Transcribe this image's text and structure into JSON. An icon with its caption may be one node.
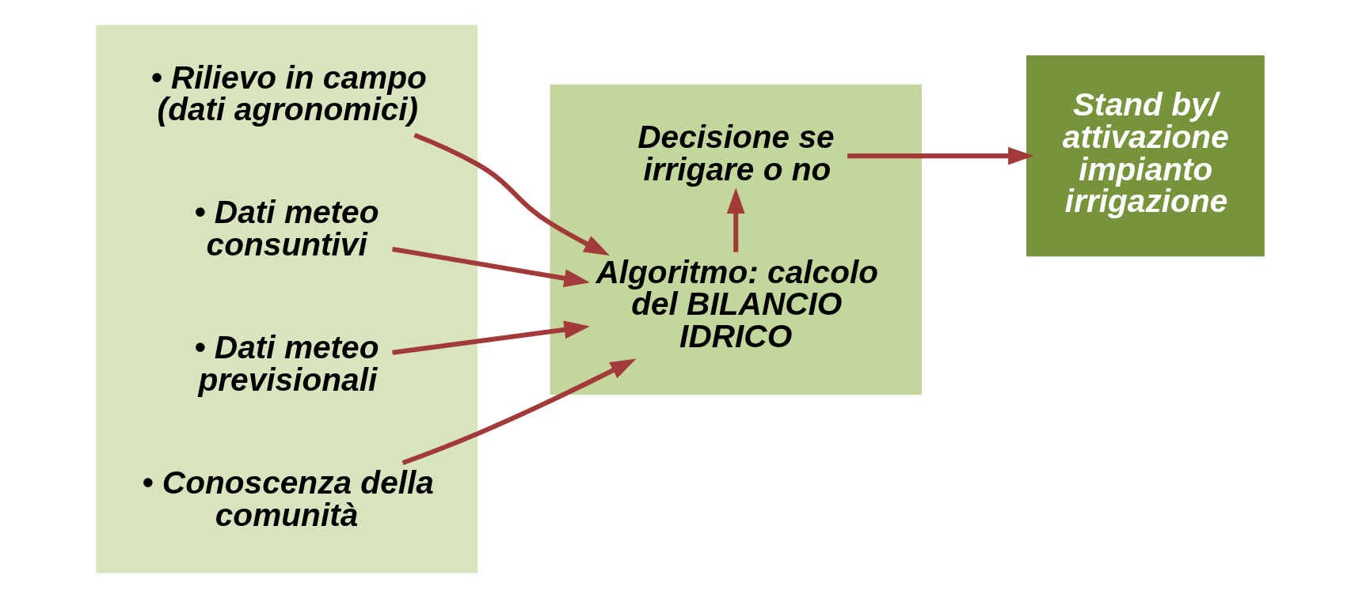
{
  "diagram": {
    "nodes": [
      {
        "text": [],
        "shape": "box"
      },
      {
        "text": [
          "• Rilievo in campo (dati agronomici)"
        ],
        "in": 0
      },
      {
        "text": [
          "• Dati meteo consuntivi"
        ],
        "in": 0
      },
      {
        "text": [
          "• Dati meteo previsionali"
        ],
        "in": 0
      },
      {
        "text": [
          "• Conoscenza della comunità"
        ],
        "in": 0
      },
      {
        "text": [],
        "shape": "box"
      },
      {
        "text": [
          "Algoritmo: calcolo del BILANCIO IDRICO"
        ],
        "in": 5
      },
      {
        "text": [
          "Decisione se irrigare o no"
        ],
        "in": 5
      },
      {
        "text": [
          "Stand by/ attivazione impianto irrigazione"
        ]
      }
    ],
    "edges": [
      {
        "from": 1,
        "to": 6,
        "arrow": "to"
      },
      {
        "from": 2,
        "to": 6,
        "arrow": "to"
      },
      {
        "from": 3,
        "to": 6,
        "arrow": "to"
      },
      {
        "from": 4,
        "to": 6,
        "arrow": "to"
      },
      {
        "from": 6,
        "to": 7,
        "arrow": "to"
      },
      {
        "from": 7,
        "to": 8,
        "arrow": "to"
      }
    ]
  }
}
